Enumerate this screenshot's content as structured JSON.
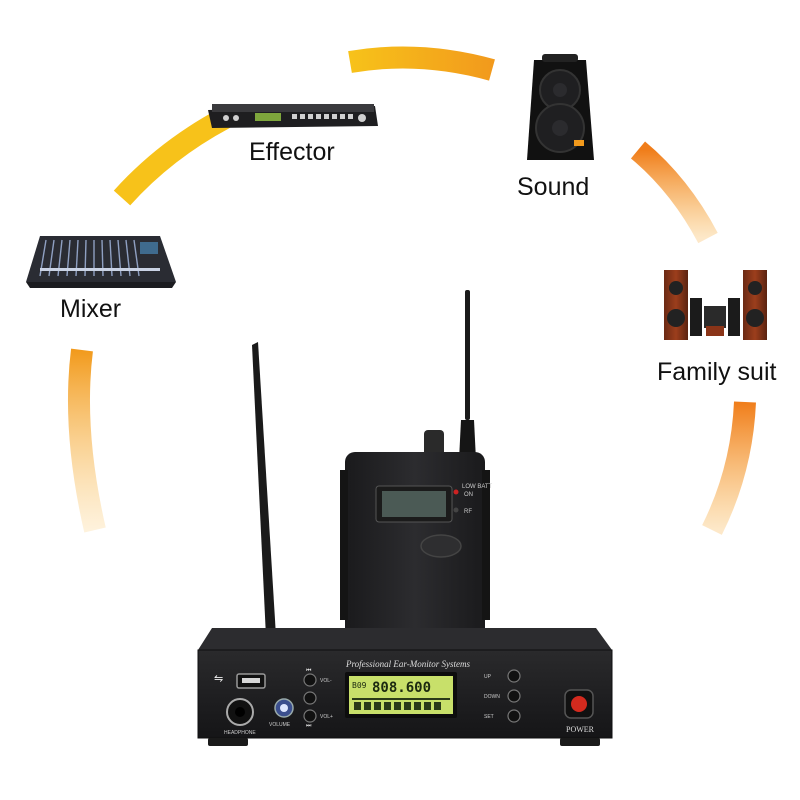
{
  "connections": {
    "effector": "Effector",
    "sound": "Sound",
    "mixer": "Mixer",
    "family_suit": "Family suit"
  },
  "receiver": {
    "low_batt": "LOW BATT",
    "on": "ON",
    "rf": "RF"
  },
  "transmitter": {
    "brand_text": "Professional Ear-Monitor Systems",
    "vol_minus": "VOL-",
    "vol_plus": "VOL+",
    "up": "UP",
    "down": "DOWN",
    "set": "SET",
    "headphone": "HEADPHONE",
    "volume": "VOLUME",
    "power": "POWER",
    "lcd_channel": "B09",
    "lcd_freq": "808.600"
  },
  "colors": {
    "arc_orange": "#f29a1c",
    "arc_yellow": "#f7c21a",
    "device_black": "#1c1c1e",
    "lcd_green": "#c8e06a",
    "power_red": "#d42a1e"
  }
}
